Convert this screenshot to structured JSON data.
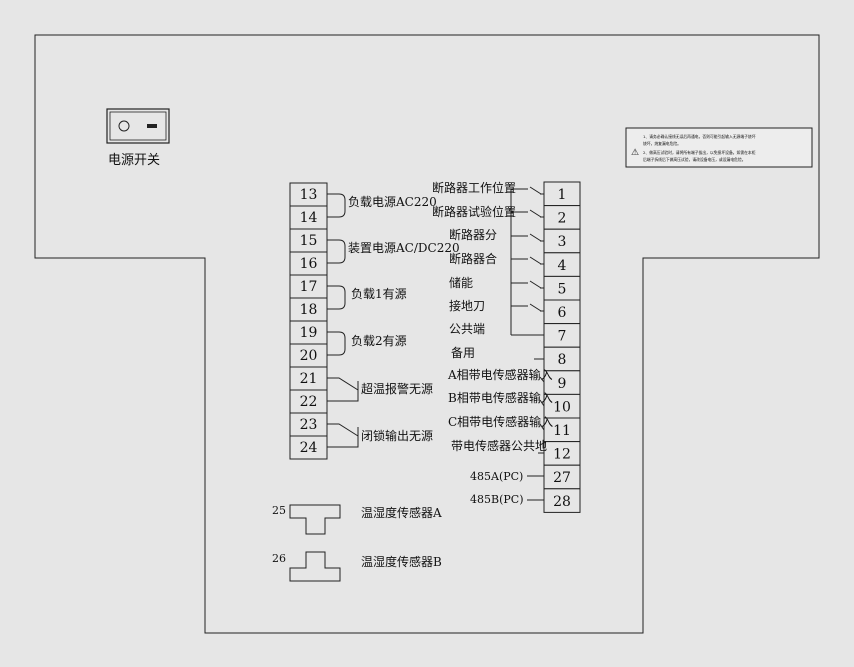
{
  "power_switch": {
    "label": "电源开关"
  },
  "warning_notice": {
    "line1": "1、请务必确认接线无误后再通电，否则可能引起输入无源端子烧坏",
    "line1b": "烧坏，烧复漏电危险。",
    "line2": "2、做高压试验时，请将所有端子拔出，以免损坏设备。如需在本柜",
    "line2b": "后端子拆线后下做高压试验，请改设备电压，或设漏电危险。"
  },
  "left_terminals": [
    "13",
    "14",
    "15",
    "16",
    "17",
    "18",
    "19",
    "20",
    "21",
    "22",
    "23",
    "24"
  ],
  "left_labels": [
    {
      "text": "负载电源AC220"
    },
    {
      "text": "装置电源AC/DC220"
    },
    {
      "text": "负载1有源"
    },
    {
      "text": "负载2有源"
    },
    {
      "text": "超温报警无源"
    },
    {
      "text": "闭锁输出无源"
    }
  ],
  "right_terminals": [
    "1",
    "2",
    "3",
    "4",
    "5",
    "6",
    "7",
    "8",
    "9",
    "10",
    "11",
    "12",
    "27",
    "28"
  ],
  "right_labels": [
    "断路器工作位置",
    "断路器试验位置",
    "断路器分",
    "断路器合",
    "储能",
    "接地刀",
    "公共端",
    "备用",
    "A相带电传感器输入",
    "B相带电传感器输入",
    "C相带电传感器输入",
    "带电传感器公共地",
    "485A(PC)",
    "485B(PC)"
  ],
  "sensors": [
    {
      "number": "25",
      "label": "温湿度传感器A"
    },
    {
      "number": "26",
      "label": "温湿度传感器B"
    }
  ]
}
